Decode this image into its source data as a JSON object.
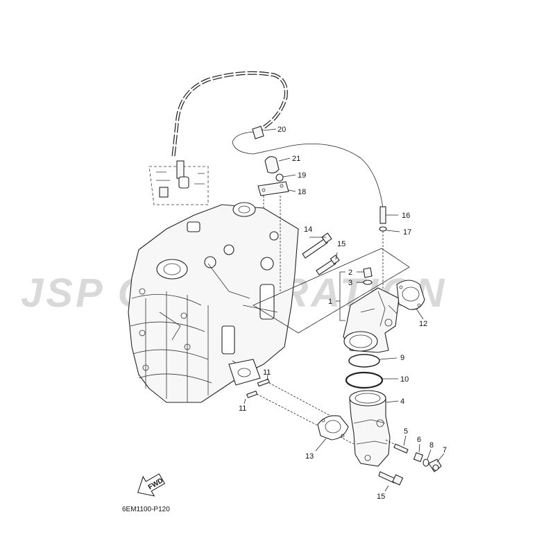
{
  "watermark": "JSP CORPORATION",
  "drawing_code": "6EM1100-P120",
  "fwd_label": "FWD",
  "callouts": {
    "c1": "1",
    "c2": "2",
    "c3": "3",
    "c4": "4",
    "c5": "5",
    "c6": "6",
    "c7": "7",
    "c8": "8",
    "c9": "9",
    "c10": "10",
    "c11a": "11",
    "c11b": "11",
    "c12": "12",
    "c13": "13",
    "c14": "14",
    "c15a": "15",
    "c15b": "15",
    "c16": "16",
    "c17": "17",
    "c18": "18",
    "c19": "19",
    "c20": "20",
    "c21": "21"
  },
  "colors": {
    "line": "#222222",
    "watermark": "#d9d9d9",
    "background": "#ffffff"
  }
}
